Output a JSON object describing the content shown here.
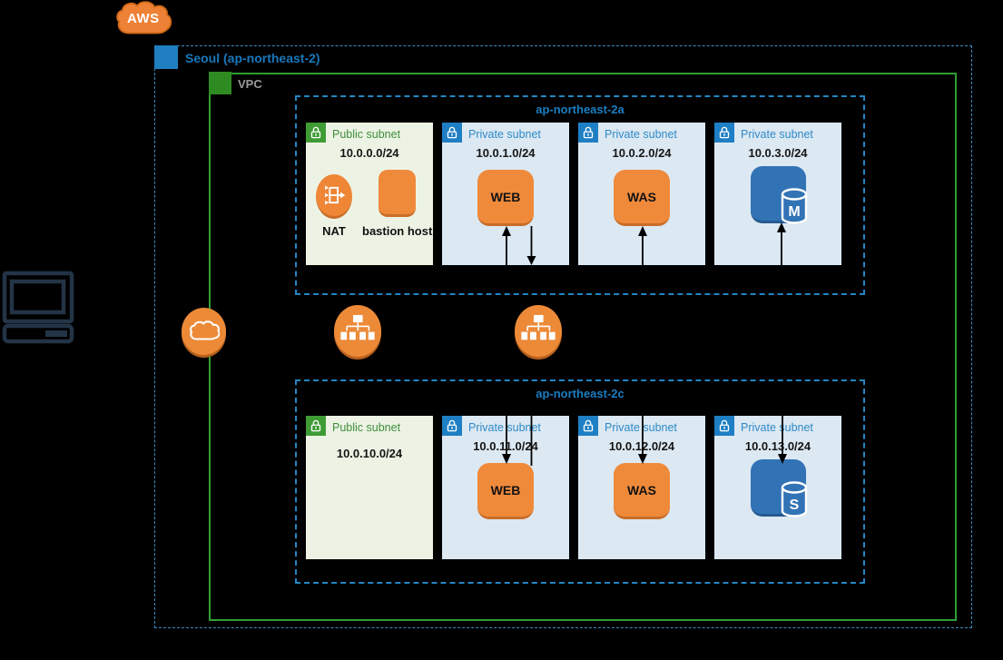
{
  "aws_label": "AWS",
  "region": {
    "label": "Seoul (ap-northeast-2)"
  },
  "vpc": {
    "label": "VPC"
  },
  "azs": [
    {
      "label": "ap-northeast-2a",
      "subnets": [
        {
          "type": "public",
          "title": "Public subnet",
          "cidr": "10.0.0.0/24",
          "nodes": [
            {
              "kind": "nat-gateway",
              "label": "NAT"
            },
            {
              "kind": "instance",
              "label": "bastion host"
            }
          ]
        },
        {
          "type": "private",
          "title": "Private subnet",
          "cidr": "10.0.1.0/24",
          "nodes": [
            {
              "kind": "instance",
              "label": "WEB"
            }
          ]
        },
        {
          "type": "private",
          "title": "Private subnet",
          "cidr": "10.0.2.0/24",
          "nodes": [
            {
              "kind": "instance",
              "label": "WAS"
            }
          ]
        },
        {
          "type": "private",
          "title": "Private subnet",
          "cidr": "10.0.3.0/24",
          "nodes": [
            {
              "kind": "rds-database",
              "label": "M"
            }
          ]
        }
      ]
    },
    {
      "label": "ap-northeast-2c",
      "subnets": [
        {
          "type": "public",
          "title": "Public subnet",
          "cidr": "10.0.10.0/24",
          "nodes": []
        },
        {
          "type": "private",
          "title": "Private subnet",
          "cidr": "10.0.11.0/24",
          "nodes": [
            {
              "kind": "instance",
              "label": "WEB"
            }
          ]
        },
        {
          "type": "private",
          "title": "Private subnet",
          "cidr": "10.0.12.0/24",
          "nodes": [
            {
              "kind": "instance",
              "label": "WAS"
            }
          ]
        },
        {
          "type": "private",
          "title": "Private subnet",
          "cidr": "10.0.13.0/24",
          "nodes": [
            {
              "kind": "rds-database",
              "label": "S"
            }
          ]
        }
      ]
    }
  ],
  "icons": {
    "left": "client-computer-icon",
    "gateway": "internet-gateway-icon",
    "balancers": [
      "elastic-load-balancer-icon",
      "elastic-load-balancer-icon"
    ]
  },
  "colors": {
    "background": "#000000",
    "orange": "#ef8a3b",
    "db_blue": "#3273b5",
    "region_blue": "#1f7fc0",
    "vpc_green": "#2e8b22",
    "public_badge_green": "#3f9c35",
    "private_badge_blue": "#1f7fc4",
    "az_border_blue": "#2386c4",
    "public_subnet_bg": "#edf3e4",
    "private_subnet_bg": "#dce8f2",
    "arrow": "#000000"
  }
}
